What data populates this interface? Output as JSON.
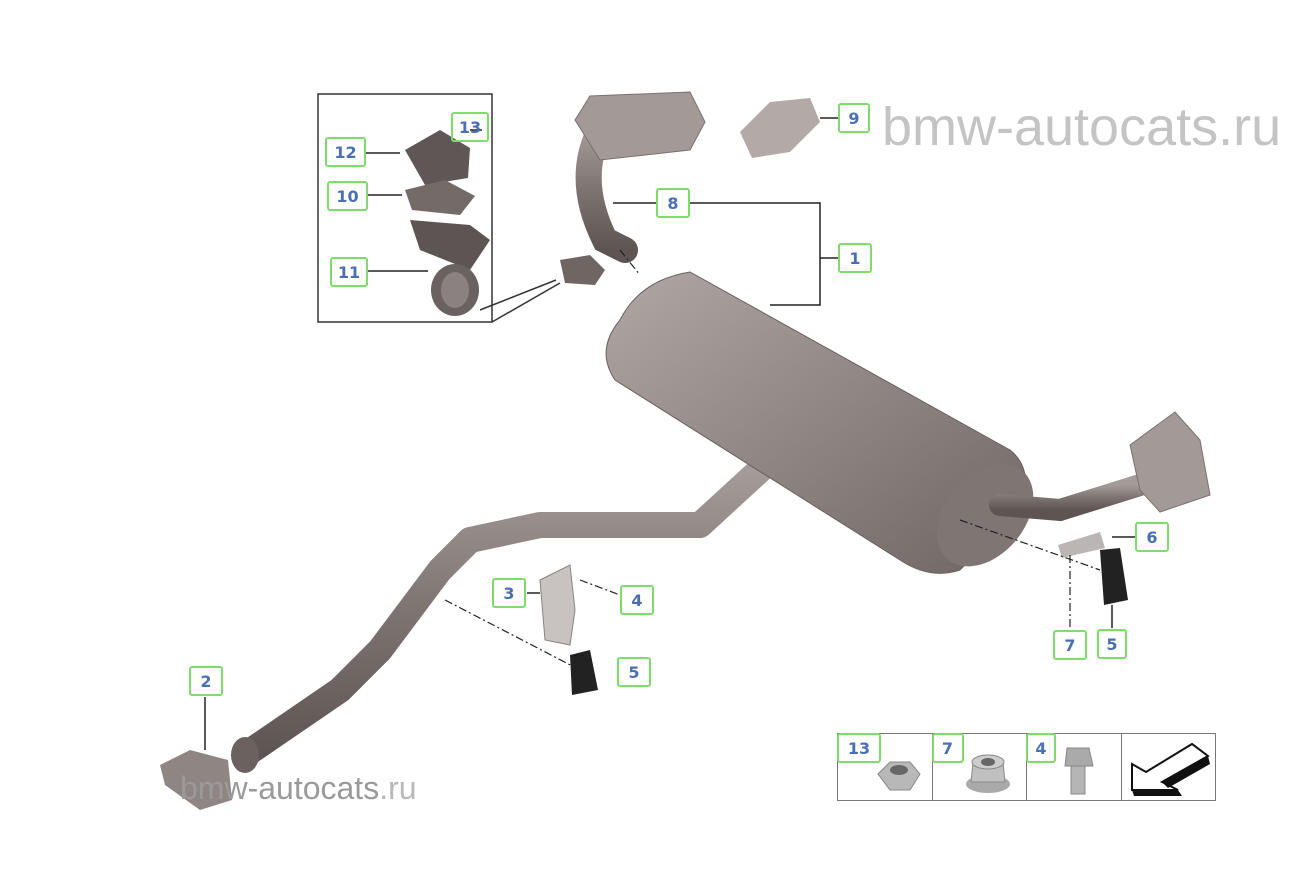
{
  "watermark": "bmw-autocats.ru",
  "watermark_bottom": {
    "main": "bmw-autocats",
    "suffix": ".ru"
  },
  "callouts": {
    "c1": "1",
    "c2": "2",
    "c3": "3",
    "c4": "4",
    "c5a": "5",
    "c5b": "5",
    "c6": "6",
    "c7": "7",
    "c8": "8",
    "c9": "9",
    "c10": "10",
    "c11": "11",
    "c12": "12",
    "c13": "13"
  },
  "legend": {
    "items": [
      "13",
      "7",
      "4"
    ],
    "arrow_icon": "direction-arrow-icon"
  },
  "colors": {
    "label_border": "#7ddc6a",
    "label_text": "#4a6fb5",
    "part": "#8a7f7c"
  }
}
